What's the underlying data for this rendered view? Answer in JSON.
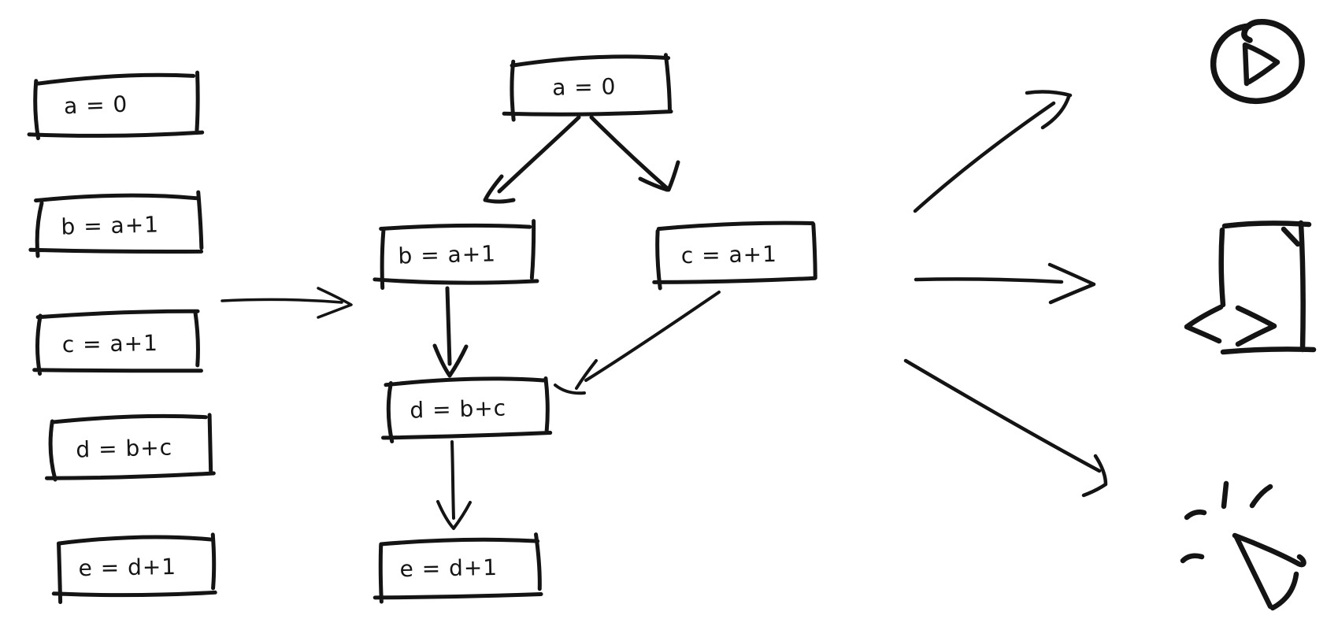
{
  "ink": "#141414",
  "background": "#ffffff",
  "source_code_panel": {
    "lines": [
      {
        "label": "a = 0"
      },
      {
        "label": "b = a+1"
      },
      {
        "label": "c = a+1"
      },
      {
        "label": "d = b+c"
      },
      {
        "label": "e = d+1"
      }
    ]
  },
  "transform_arrow": {
    "direction": "right"
  },
  "dag_panel": {
    "nodes": {
      "a": {
        "label": "a = 0"
      },
      "b": {
        "label": "b = a+1"
      },
      "c": {
        "label": "c = a+1"
      },
      "d": {
        "label": "d = b+c"
      },
      "e": {
        "label": "e = d+1"
      }
    },
    "edges": [
      {
        "from": "a",
        "to": "b"
      },
      {
        "from": "a",
        "to": "c"
      },
      {
        "from": "b",
        "to": "d"
      },
      {
        "from": "c",
        "to": "d"
      },
      {
        "from": "d",
        "to": "e"
      }
    ]
  },
  "output_panel": {
    "targets": [
      {
        "icon": "play-circle-icon"
      },
      {
        "icon": "code-window-icon"
      },
      {
        "icon": "cursor-click-icon"
      }
    ]
  }
}
